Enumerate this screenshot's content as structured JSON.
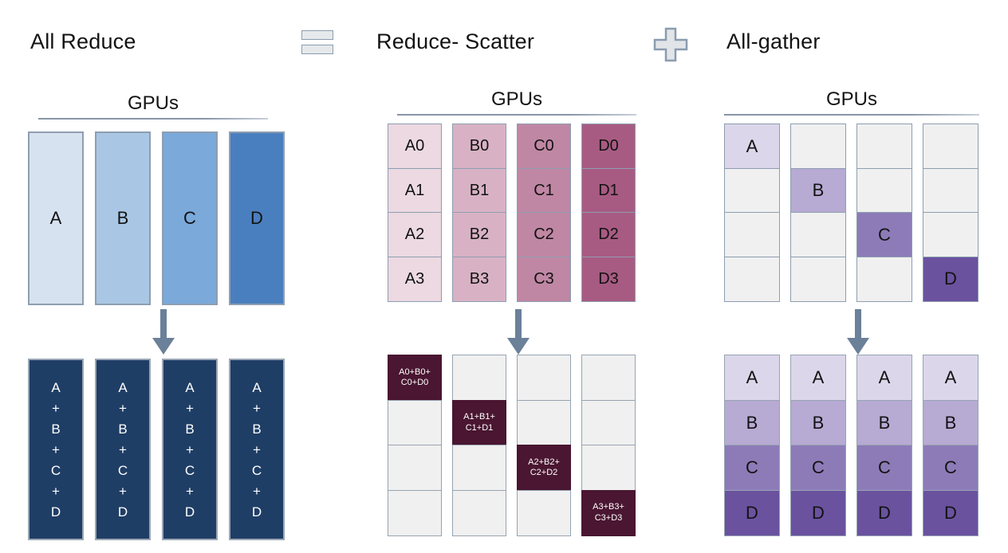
{
  "palette": {
    "arrow": "#6b8099",
    "border_blue_gray": "#8e9eb0",
    "empty_cell": "#f0f0f0",
    "allreduce_result": "#1f3e66",
    "reducescatter_result": "#4a1631",
    "icon_fill": "#e6e9eb",
    "icon_stroke": "#8a9cb0"
  },
  "sections": [
    {
      "id": "all-reduce",
      "title": "All Reduce",
      "gpus_label": "GPUs",
      "top": {
        "columns": [
          {
            "label": "A",
            "color": "#d6e2f0"
          },
          {
            "label": "B",
            "color": "#a9c7e4"
          },
          {
            "label": "C",
            "color": "#7aa9da"
          },
          {
            "label": "D",
            "color": "#4a7fbf"
          }
        ]
      },
      "bottom": {
        "tokens": [
          "A",
          "+",
          "B",
          "+",
          "C",
          "+",
          "D"
        ],
        "columns": [
          {
            "color": "#1f3e66"
          },
          {
            "color": "#1f3e66"
          },
          {
            "color": "#1f3e66"
          },
          {
            "color": "#1f3e66"
          }
        ]
      }
    },
    {
      "id": "reduce-scatter",
      "title": "Reduce- Scatter",
      "gpus_label": "GPUs",
      "top": {
        "columns": [
          {
            "color": "#ecd9e2",
            "cells": [
              "A0",
              "A1",
              "A2",
              "A3"
            ]
          },
          {
            "color": "#d8b2c4",
            "cells": [
              "B0",
              "B1",
              "B2",
              "B3"
            ]
          },
          {
            "color": "#c087a4",
            "cells": [
              "C0",
              "C1",
              "C2",
              "C3"
            ]
          },
          {
            "color": "#a85b82",
            "cells": [
              "D0",
              "D1",
              "D2",
              "D3"
            ]
          }
        ]
      },
      "bottom": {
        "columns": [
          {
            "cells": [
              {
                "filled": true,
                "line1": "A0+B0+",
                "line2": "C0+D0"
              },
              {
                "filled": false,
                "line1": "",
                "line2": ""
              },
              {
                "filled": false,
                "line1": "",
                "line2": ""
              },
              {
                "filled": false,
                "line1": "",
                "line2": ""
              }
            ]
          },
          {
            "cells": [
              {
                "filled": false,
                "line1": "",
                "line2": ""
              },
              {
                "filled": true,
                "line1": "A1+B1+",
                "line2": "C1+D1"
              },
              {
                "filled": false,
                "line1": "",
                "line2": ""
              },
              {
                "filled": false,
                "line1": "",
                "line2": ""
              }
            ]
          },
          {
            "cells": [
              {
                "filled": false,
                "line1": "",
                "line2": ""
              },
              {
                "filled": false,
                "line1": "",
                "line2": ""
              },
              {
                "filled": true,
                "line1": "A2+B2+",
                "line2": "C2+D2"
              },
              {
                "filled": false,
                "line1": "",
                "line2": ""
              }
            ]
          },
          {
            "cells": [
              {
                "filled": false,
                "line1": "",
                "line2": ""
              },
              {
                "filled": false,
                "line1": "",
                "line2": ""
              },
              {
                "filled": false,
                "line1": "",
                "line2": ""
              },
              {
                "filled": true,
                "line1": "A3+B3+",
                "line2": "C3+D3"
              }
            ]
          }
        ]
      }
    },
    {
      "id": "all-gather",
      "title": "All-gather",
      "gpus_label": "GPUs",
      "top": {
        "columns": [
          {
            "cells": [
              {
                "label": "A",
                "color": "#dcd6ea"
              },
              {
                "label": "",
                "color": "#f0f0f0"
              },
              {
                "label": "",
                "color": "#f0f0f0"
              },
              {
                "label": "",
                "color": "#f0f0f0"
              }
            ]
          },
          {
            "cells": [
              {
                "label": "",
                "color": "#f0f0f0"
              },
              {
                "label": "B",
                "color": "#b7aad3"
              },
              {
                "label": "",
                "color": "#f0f0f0"
              },
              {
                "label": "",
                "color": "#f0f0f0"
              }
            ]
          },
          {
            "cells": [
              {
                "label": "",
                "color": "#f0f0f0"
              },
              {
                "label": "",
                "color": "#f0f0f0"
              },
              {
                "label": "C",
                "color": "#8d7bb8"
              },
              {
                "label": "",
                "color": "#f0f0f0"
              }
            ]
          },
          {
            "cells": [
              {
                "label": "",
                "color": "#f0f0f0"
              },
              {
                "label": "",
                "color": "#f0f0f0"
              },
              {
                "label": "",
                "color": "#f0f0f0"
              },
              {
                "label": "D",
                "color": "#6a529f"
              }
            ]
          }
        ]
      },
      "bottom": {
        "columns": [
          {
            "cells": [
              {
                "label": "A",
                "color": "#dcd6ea"
              },
              {
                "label": "B",
                "color": "#b7aad3"
              },
              {
                "label": "C",
                "color": "#8d7bb8"
              },
              {
                "label": "D",
                "color": "#6a529f"
              }
            ]
          },
          {
            "cells": [
              {
                "label": "A",
                "color": "#dcd6ea"
              },
              {
                "label": "B",
                "color": "#b7aad3"
              },
              {
                "label": "C",
                "color": "#8d7bb8"
              },
              {
                "label": "D",
                "color": "#6a529f"
              }
            ]
          },
          {
            "cells": [
              {
                "label": "A",
                "color": "#dcd6ea"
              },
              {
                "label": "B",
                "color": "#b7aad3"
              },
              {
                "label": "C",
                "color": "#8d7bb8"
              },
              {
                "label": "D",
                "color": "#6a529f"
              }
            ]
          },
          {
            "cells": [
              {
                "label": "A",
                "color": "#dcd6ea"
              },
              {
                "label": "B",
                "color": "#b7aad3"
              },
              {
                "label": "C",
                "color": "#8d7bb8"
              },
              {
                "label": "D",
                "color": "#6a529f"
              }
            ]
          }
        ]
      }
    }
  ],
  "operators": [
    {
      "id": "equals",
      "icon": "equals-icon"
    },
    {
      "id": "plus",
      "icon": "plus-icon"
    }
  ]
}
